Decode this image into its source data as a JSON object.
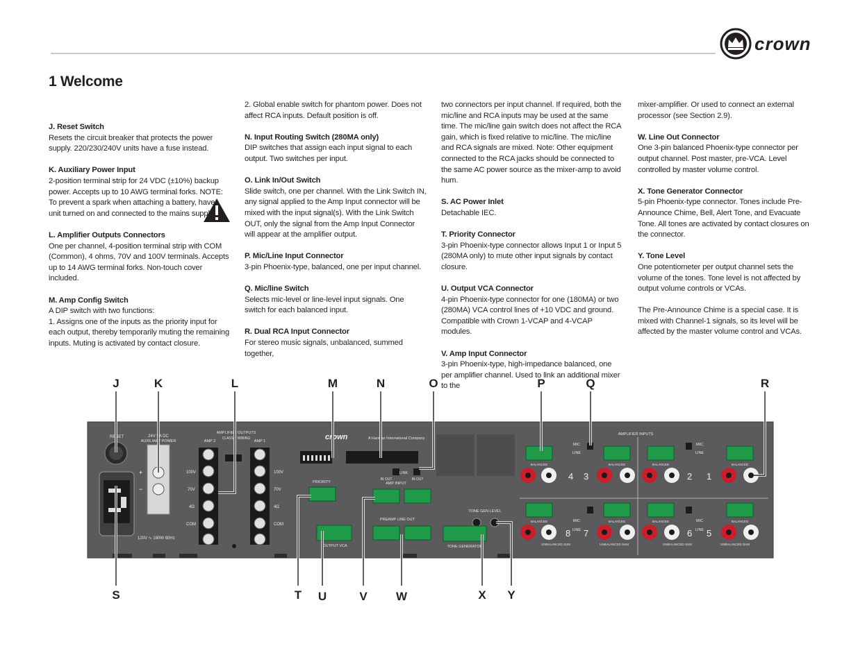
{
  "header": {
    "brand": "crown",
    "title": "1 Welcome"
  },
  "columns": [
    {
      "sections": [
        {
          "heading": "J. Reset Switch",
          "body": "Resets the circuit breaker that protects the power supply. 220/230/240V units have a fuse instead."
        },
        {
          "heading": "K. Auxiliary Power Input",
          "body": "2-position terminal strip for 24 VDC (±10%) backup power. Accepts up to 10 AWG terminal forks. NOTE: To prevent a spark when attaching a battery, have unit turned on and connected to the mains supply."
        },
        {
          "heading": "L. Amplifier Outputs Connectors",
          "body": "One per channel, 4-position terminal strip with COM (Common), 4 ohms, 70V and 100V terminals. Accepts up to 14 AWG terminal forks. Non-touch cover included."
        },
        {
          "heading": "M. Amp Config Switch",
          "body": "A DIP switch with two functions:",
          "extra": "1. Assigns one of the inputs as the priority input for each output, thereby temporarily muting the remaining inputs. Muting is activated by contact closure."
        }
      ]
    },
    {
      "lead": " 2. Global enable switch for phantom power. Does not affect RCA inputs. Default position is off.",
      "sections": [
        {
          "heading": "N. Input Routing Switch (280MA only)",
          "body": "DIP switches that assign each input signal to each output. Two switches per input."
        },
        {
          "heading": "O. Link In/Out Switch",
          "body": "Slide switch, one per channel. With the Link Switch IN, any signal applied to the Amp Input connector will be mixed with the input signal(s). With the Link Switch OUT, only the signal from the Amp Input Connector will appear at the amplifier output."
        },
        {
          "heading": "P. Mic/Line Input Connector",
          "body": "3-pin Phoenix-type, balanced, one per input channel."
        },
        {
          "heading": "Q. Mic/line Switch",
          "body": "Selects mic-level or line-level input signals. One switch for each balanced input."
        },
        {
          "heading": "R. Dual RCA Input Connector",
          "body": "For stereo music signals, unbalanced, summed together,"
        }
      ]
    },
    {
      "lead": "two connectors per input channel. If required, both the mic/line and RCA inputs may be used at the same time. The mic/line gain switch does not affect the RCA gain, which is fixed relative to mic/line. The mic/line and RCA signals are mixed. Note: Other equipment connected to the RCA jacks should be connected to the same AC power source as the mixer-amp to avoid hum.",
      "sections": [
        {
          "heading": "S. AC Power Inlet",
          "body": "Detachable IEC."
        },
        {
          "heading": "T. Priority Connector",
          "body": "3-pin Phoenix-type connector allows Input 1 or Input 5 (280MA only) to mute other input signals by contact closure."
        },
        {
          "heading": "U. Output VCA Connector",
          "body": "4-pin Phoenix-type connector for one (180MA) or two (280MA) VCA control lines of +10 VDC and ground. Compatible with Crown 1-VCAP and 4-VCAP modules."
        },
        {
          "heading": "V. Amp Input Connector",
          "body": "3-pin Phoenix-type, high-impedance balanced, one per amplifier channel. Used to link an additional mixer to the"
        }
      ]
    },
    {
      "lead": "mixer-amplifier. Or used to connect an external processor (see Section 2.9).",
      "sections": [
        {
          "heading": "W. Line Out Connector",
          "body": "One 3-pin balanced Phoenix-type connector per output channel. Post master, pre-VCA. Level controlled by master volume control."
        },
        {
          "heading": "X. Tone Generator Connector",
          "body": "5-pin Phoenix-type connector. Tones include Pre-Announce Chime, Bell, Alert Tone, and Evacuate Tone. All tones are activated by contact closures on the connector."
        },
        {
          "heading": "Y. Tone Level",
          "body": "One potentiometer per output channel sets the volume of the tones. Tone level is not affected by output volume controls or VCAs."
        }
      ],
      "trail": "The Pre-Announce Chime is a special case. It is mixed with Channel-1 signals, so its level will be affected by the master volume control and VCAs."
    }
  ],
  "callouts_top": [
    "J",
    "K",
    "L",
    "M",
    "N",
    "O",
    "P",
    "Q",
    "R"
  ],
  "callouts_bottom": [
    "S",
    "T",
    "U",
    "V",
    "W",
    "X",
    "Y"
  ],
  "panel": {
    "reset": "RESET",
    "aux": "24V  5A DC",
    "aux2": "AUXILIARY POWER",
    "amp_outputs": "AMPLIFIER OUTPUTS",
    "class2": "CLASS 2 WIRING",
    "amp2": "AMP 2",
    "amp1": "AMP 1",
    "v100": "100V",
    "v70": "70V",
    "ohm4": "4Ω",
    "com": "COM",
    "mains": "120V ∿ 180W  60Hz",
    "brand_small": "crown",
    "harman": "A Harman International Company",
    "priority": "PRIORITY",
    "output_vca": "OUTPUT VCA",
    "amp_input": "AMP INPUT",
    "preamp_line_out": "PREAMP  LINE  OUT",
    "tone_gen": "TONE GENERATOR",
    "tone_gen_level": "TONE  GEN  LEVEL",
    "link": "LINK",
    "in_out": "IN  OUT",
    "amplifier_inputs": "AMPLIFIER        INPUTS",
    "mic": "MIC",
    "line": "LINE",
    "balanced": "BALANCED",
    "unbalanced": "UNBALANCED SUM",
    "channels_top": [
      "4",
      "3",
      "2",
      "1"
    ],
    "channels_bottom": [
      "8",
      "7",
      "6",
      "5"
    ]
  },
  "colors": {
    "panel": "#5b5b5d",
    "green": "#1e9a48",
    "red": "#cc1d2b"
  }
}
